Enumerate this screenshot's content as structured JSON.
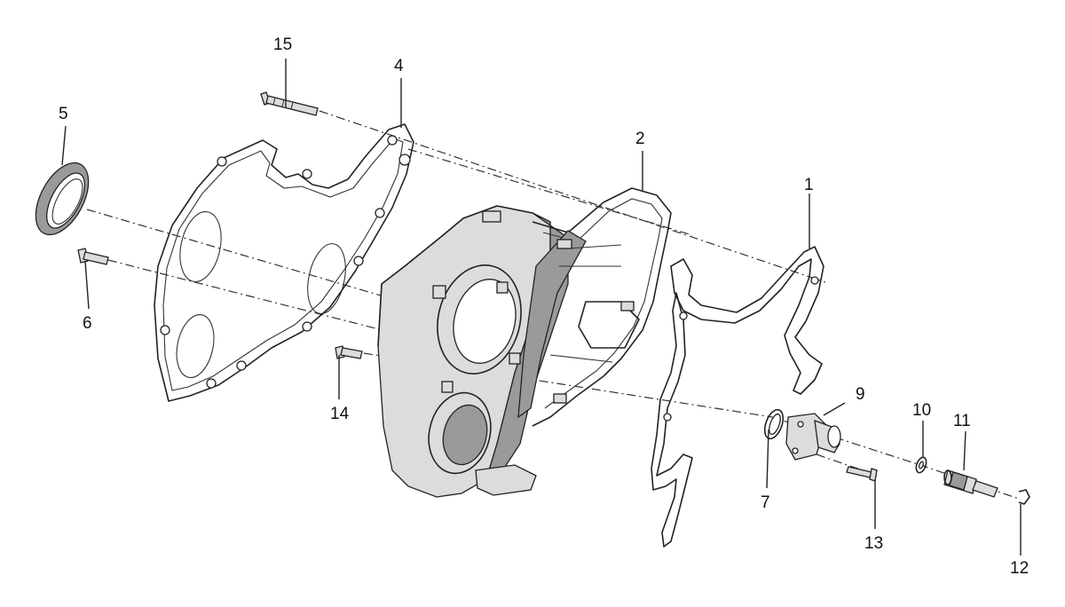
{
  "callouts": {
    "c1": "1",
    "c2": "2",
    "c4": "4",
    "c5": "5",
    "c6": "6",
    "c7": "7",
    "c9": "9",
    "c10": "10",
    "c11": "11",
    "c12": "12",
    "c13": "13",
    "c14": "14",
    "c15": "15"
  },
  "colors": {
    "line": "#222222",
    "shade": "#9a9a9a",
    "background": "#ffffff"
  }
}
